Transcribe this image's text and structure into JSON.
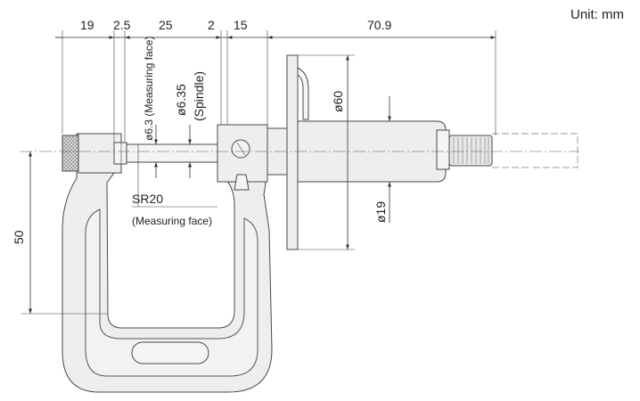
{
  "unit_label": "Unit: mm",
  "dimensions": {
    "d19": "19",
    "d2_5": "2.5",
    "d25": "25",
    "d2": "2",
    "d15": "15",
    "d70_9": "70.9",
    "d50": "50",
    "dia_measuring_face": "ø6.3 (Measuring face)",
    "dia_spindle": "ø6.35",
    "spindle_label": "(Spindle)",
    "dia_thimble_flange": "ø60",
    "dia_sleeve": "ø19",
    "sr": "SR20",
    "sr_label": "(Measuring face)"
  }
}
